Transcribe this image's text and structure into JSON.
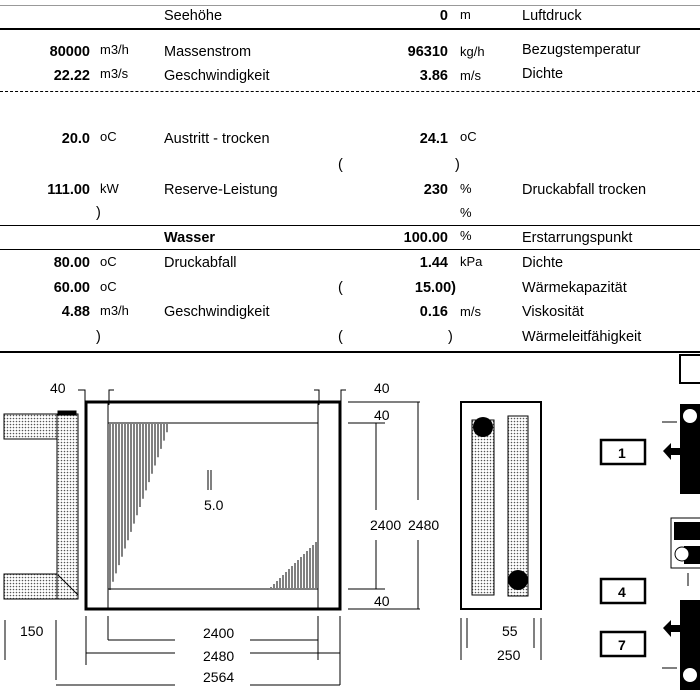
{
  "rows": [
    {
      "label": "Seehöhe",
      "v2": "0",
      "u2": "m",
      "l3": "Luftdruck"
    },
    {
      "v1": "80000",
      "u1": "m3/h",
      "label": "Massenstrom",
      "v2": "96310",
      "u2": "kg/h",
      "l3": "Bezugstemperatur"
    },
    {
      "v1": "22.22",
      "u1": "m3/s",
      "label": "Geschwindigkeit",
      "v2": "3.86",
      "u2": "m/s",
      "l3": "Dichte"
    },
    {
      "v1": "20.0",
      "u1": "oC",
      "label": "Austritt - trocken",
      "v2": "24.1",
      "u2": "oC"
    },
    {
      "p1": "(",
      "p2": ")"
    },
    {
      "v1": "111.00",
      "u1": "kW",
      "label": "Reserve-Leistung",
      "v2": "230",
      "u2": "%",
      "l3": "Druckabfall trocken"
    },
    {
      "p0": ")",
      "u2": "%"
    },
    {
      "label": "Wasser",
      "v2": "100.00",
      "u2": "%",
      "l3": "Erstarrungspunkt"
    },
    {
      "v1": "80.00",
      "u1": "oC",
      "label": "Druckabfall",
      "v2": "1.44",
      "u2": "kPa",
      "l3": "Dichte"
    },
    {
      "v1": "60.00",
      "u1": "oC",
      "p1": "(",
      "v2": "15.00)",
      "l3": "Wärmekapazität"
    },
    {
      "v1": "4.88",
      "u1": "m3/h",
      "label": "Geschwindigkeit",
      "v2": "0.16",
      "u2": "m/s",
      "l3": "Viskosität"
    },
    {
      "p0": ")",
      "p1": "(",
      "p2": ")",
      "l3": "Wärmeleitfähigkeit"
    }
  ],
  "drawing": {
    "d40a": "40",
    "d40b": "40",
    "d40c": "40",
    "d40d": "40",
    "d2400v": "2400",
    "d2480v": "2480",
    "fin": "5.0",
    "d150": "150",
    "d2400": "2400",
    "d2480": "2480",
    "d2564": "2564",
    "d55": "55",
    "d250": "250",
    "conn1": "1",
    "conn4": "4",
    "conn7": "7"
  }
}
